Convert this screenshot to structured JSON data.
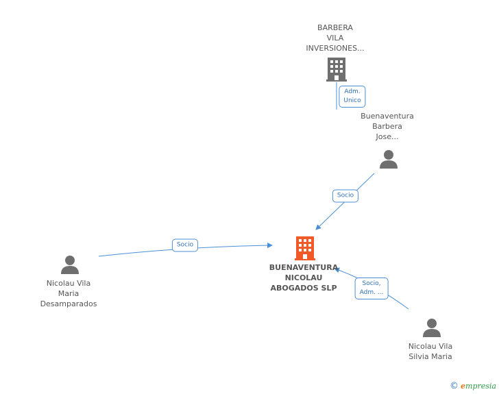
{
  "nodes": {
    "barbera_vila": {
      "label": "BARBERA\nVILA\nINVERSIONES..."
    },
    "buenaventura_barbera": {
      "label": "Buenaventura\nBarbera\nJose..."
    },
    "main_company": {
      "label": "BUENAVENTURA\nNICOLAU\nABOGADOS SLP"
    },
    "nicolau_maria": {
      "label": "Nicolau Vila\nMaria\nDesamparados"
    },
    "nicolau_silvia": {
      "label": "Nicolau Vila\nSilvia Maria"
    }
  },
  "edges": {
    "adm_unico": {
      "label": "Adm.\nUnico"
    },
    "socio_1": {
      "label": "Socio"
    },
    "socio_2": {
      "label": "Socio"
    },
    "socio_adm": {
      "label": "Socio,\nAdm. ..."
    }
  },
  "colors": {
    "edge": "#4a8fd6",
    "company_main": "#f05a28",
    "company": "#6f6f6f",
    "person": "#6f6f6f"
  },
  "footer": {
    "copyright": "©",
    "brand_first": "e",
    "brand_rest": "mpresia"
  }
}
